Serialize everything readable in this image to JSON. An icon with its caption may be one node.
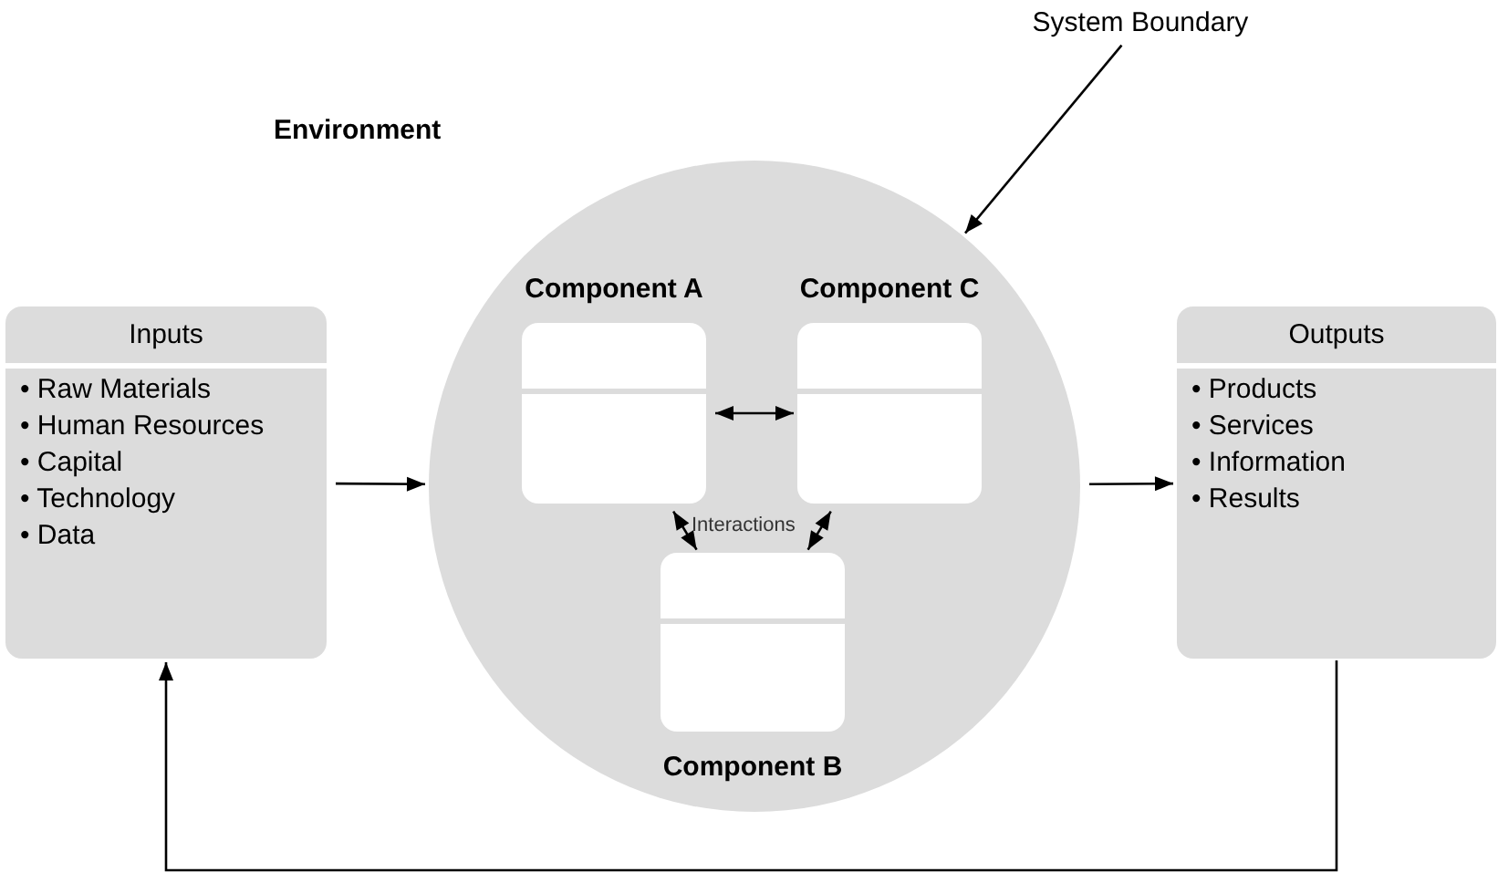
{
  "diagram": {
    "nodes": [
      {
        "text": [
          "Inputs",
          "• Raw Materials",
          "• Human Resources",
          "• Capital",
          "• Technology",
          "• Data"
        ]
      },
      {
        "text": [],
        "shape": "circle"
      },
      {
        "text": [
          "Component A"
        ],
        "in": 1
      },
      {
        "text": [
          "Component C"
        ],
        "in": 1
      },
      {
        "text": [
          "Component B"
        ],
        "in": 1
      },
      {
        "text": [
          "Outputs",
          "• Products",
          "• Services",
          "• Information",
          "• Results"
        ]
      },
      {
        "text": [
          "System Boundary"
        ]
      }
    ],
    "edges": [
      {
        "from": 0,
        "to": 1,
        "arrow": "to"
      },
      {
        "from": 1,
        "to": 5,
        "arrow": "to"
      },
      {
        "from": 2,
        "to": 3,
        "arrow": "both"
      },
      {
        "from": 2,
        "to": 4,
        "arrow": "both"
      },
      {
        "from": 3,
        "to": 4,
        "arrow": "both"
      },
      {
        "from": 5,
        "to": 0,
        "arrow": "to"
      },
      {
        "from": 6,
        "to": 1,
        "arrow": "to"
      }
    ],
    "labels": [
      "Environment",
      "Interactions"
    ]
  }
}
